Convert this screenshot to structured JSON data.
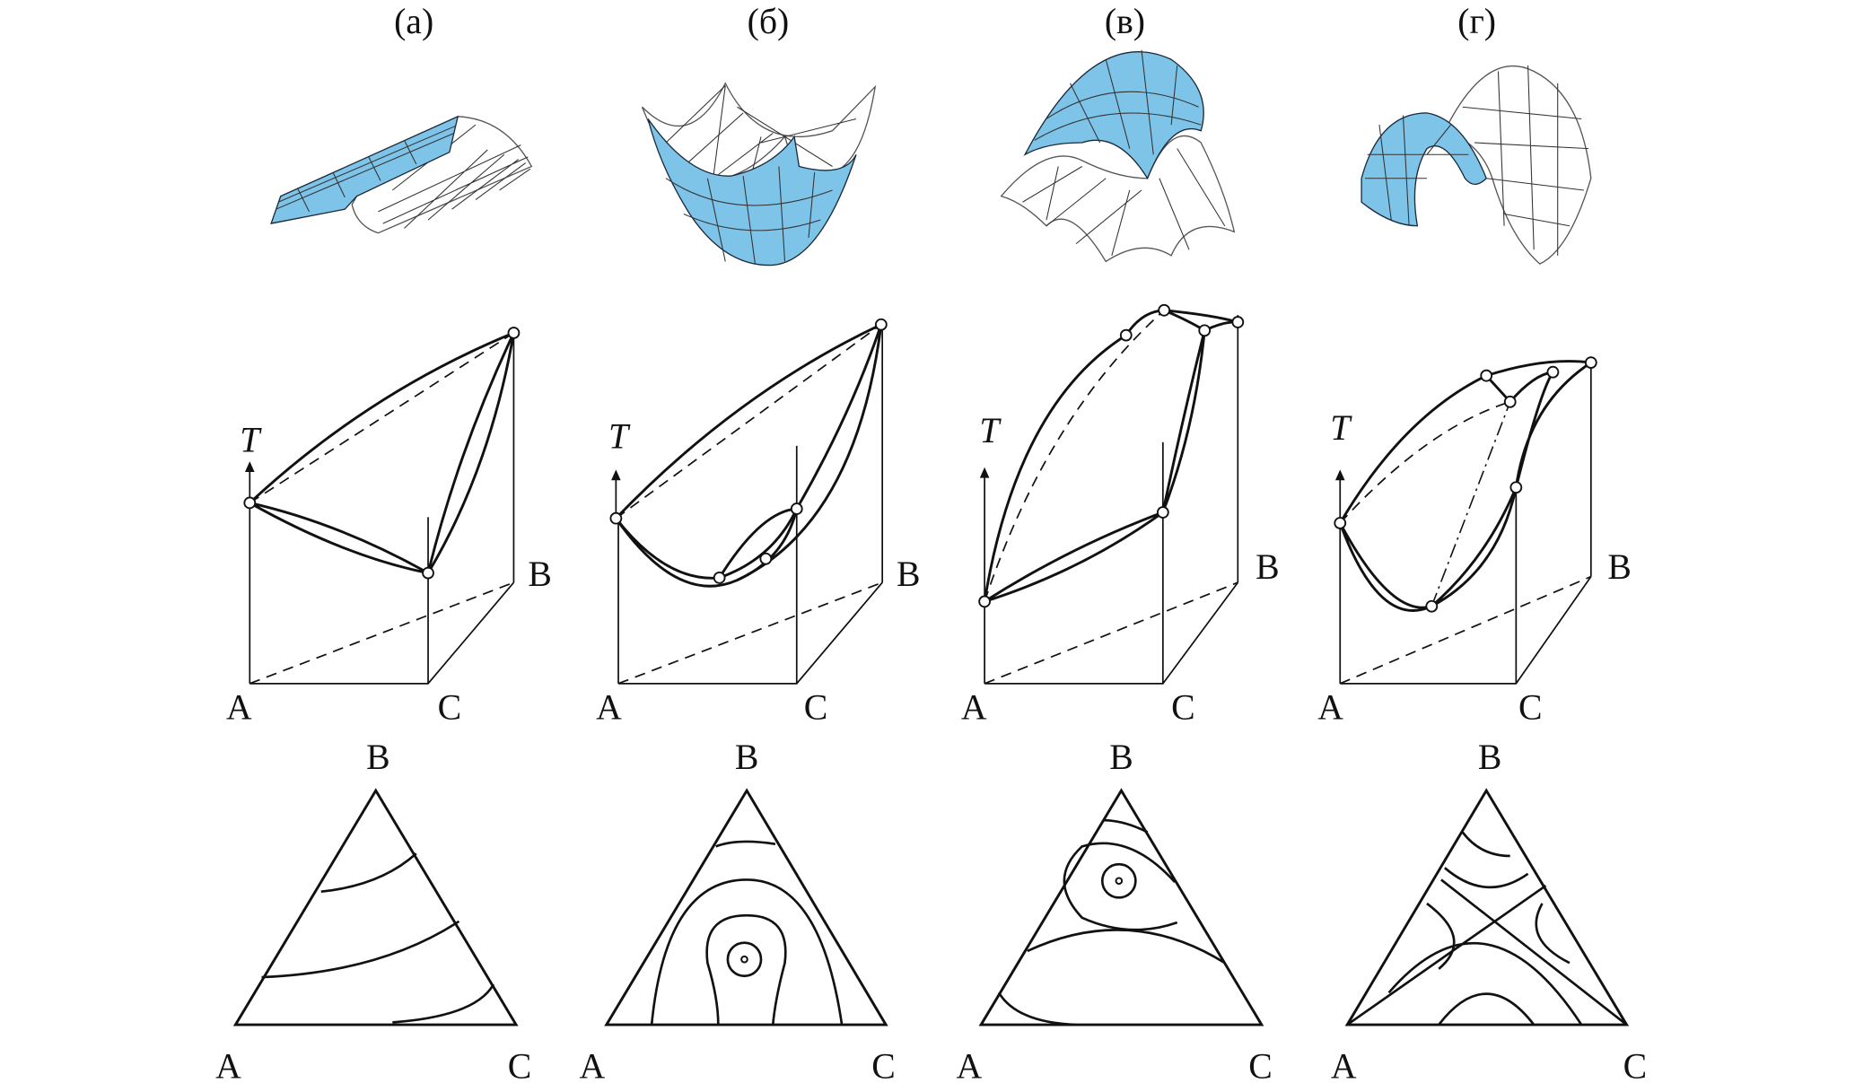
{
  "panels": [
    {
      "label": "(а)",
      "axis_T": "T",
      "prism": {
        "A": "A",
        "B": "B",
        "C": "C"
      },
      "triangle": {
        "A": "A",
        "B": "B",
        "C": "C"
      }
    },
    {
      "label": "(б)",
      "axis_T": "T",
      "prism": {
        "A": "A",
        "B": "B",
        "C": "C"
      },
      "triangle": {
        "A": "A",
        "B": "B",
        "C": "C"
      }
    },
    {
      "label": "(в)",
      "axis_T": "T",
      "prism": {
        "A": "A",
        "B": "B",
        "C": "C"
      },
      "triangle": {
        "A": "A",
        "B": "B",
        "C": "C"
      }
    },
    {
      "label": "(г)",
      "axis_T": "T",
      "prism": {
        "A": "A",
        "B": "B",
        "C": "C"
      },
      "triangle": {
        "A": "A",
        "B": "B",
        "C": "C"
      }
    }
  ],
  "colors": {
    "surface_fill": "#7ec3e8",
    "line": "#111111"
  }
}
